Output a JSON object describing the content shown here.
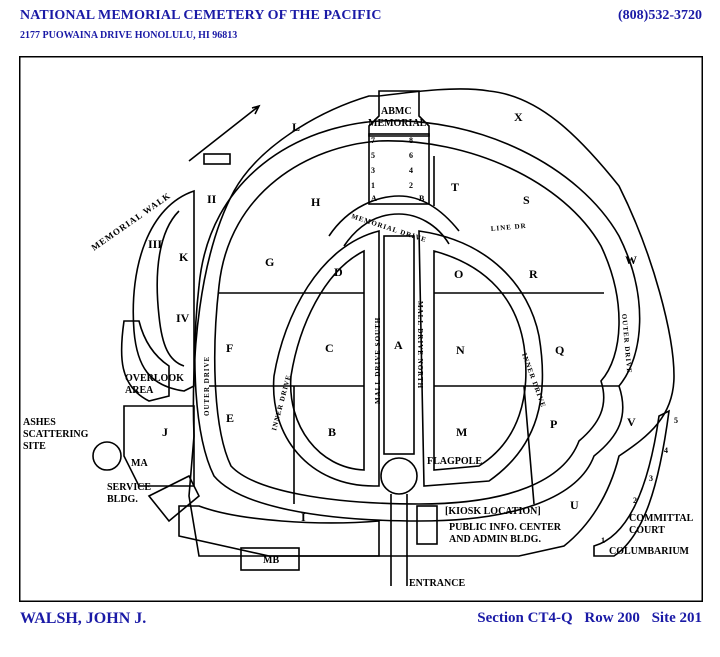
{
  "header": {
    "title": "NATIONAL MEMORIAL CEMETERY OF THE PACIFIC",
    "address": "2177 PUOWAINA DRIVE HONOLULU, HI 96813",
    "phone": "(808)532-3720"
  },
  "footer": {
    "name": "WALSH, JOHN J.",
    "section": "Section CT4-Q",
    "row": "Row 200",
    "site": "Site 201"
  },
  "map": {
    "sections": [
      "L",
      "X",
      "H",
      "T",
      "S",
      "G",
      "D",
      "O",
      "R",
      "W",
      "K",
      "F",
      "C",
      "A",
      "N",
      "Q",
      "E",
      "B",
      "M",
      "P",
      "V",
      "J",
      "I",
      "U"
    ],
    "roman_sections": [
      "II",
      "III",
      "IV"
    ],
    "memorial_numbers": [
      "7",
      "8",
      "5",
      "6",
      "3",
      "4",
      "1",
      "2"
    ],
    "memorial_ab": [
      "A",
      "B"
    ],
    "columbarium_numbers": [
      "1",
      "2",
      "3",
      "4",
      "5"
    ],
    "roads": {
      "memorial_walk": "MEMORIAL WALK",
      "memorial_drive": "MEMORIAL DRIVE",
      "mall_drive_south": "MALL DRIVE SOUTH",
      "mall_drive_north": "MALL DRIVE NORTH",
      "inner_drive": "INNER DRIVE",
      "outer_drive": "OUTER DRIVE",
      "line_dr": "LINE DR"
    },
    "landmarks": {
      "abmc": "ABMC",
      "memorial": "MEMORIAL",
      "overlook_1": "OVERLOOK",
      "overlook_2": "AREA",
      "ashes_1": "ASHES",
      "ashes_2": "SCATTERING",
      "ashes_3": "SITE",
      "ma": "MA",
      "service_1": "SERVICE",
      "service_2": "BLDG.",
      "mb": "MB",
      "flagpole": "FLAGPOLE",
      "kiosk": "[KIOSK LOCATION]",
      "public_info_1": "PUBLIC INFO. CENTER",
      "public_info_2": "AND ADMIN BLDG.",
      "entrance": "ENTRANCE",
      "committal_1": "COMMITTAL",
      "committal_2": "COURT",
      "columbarium": "COLUMBARIUM"
    }
  }
}
